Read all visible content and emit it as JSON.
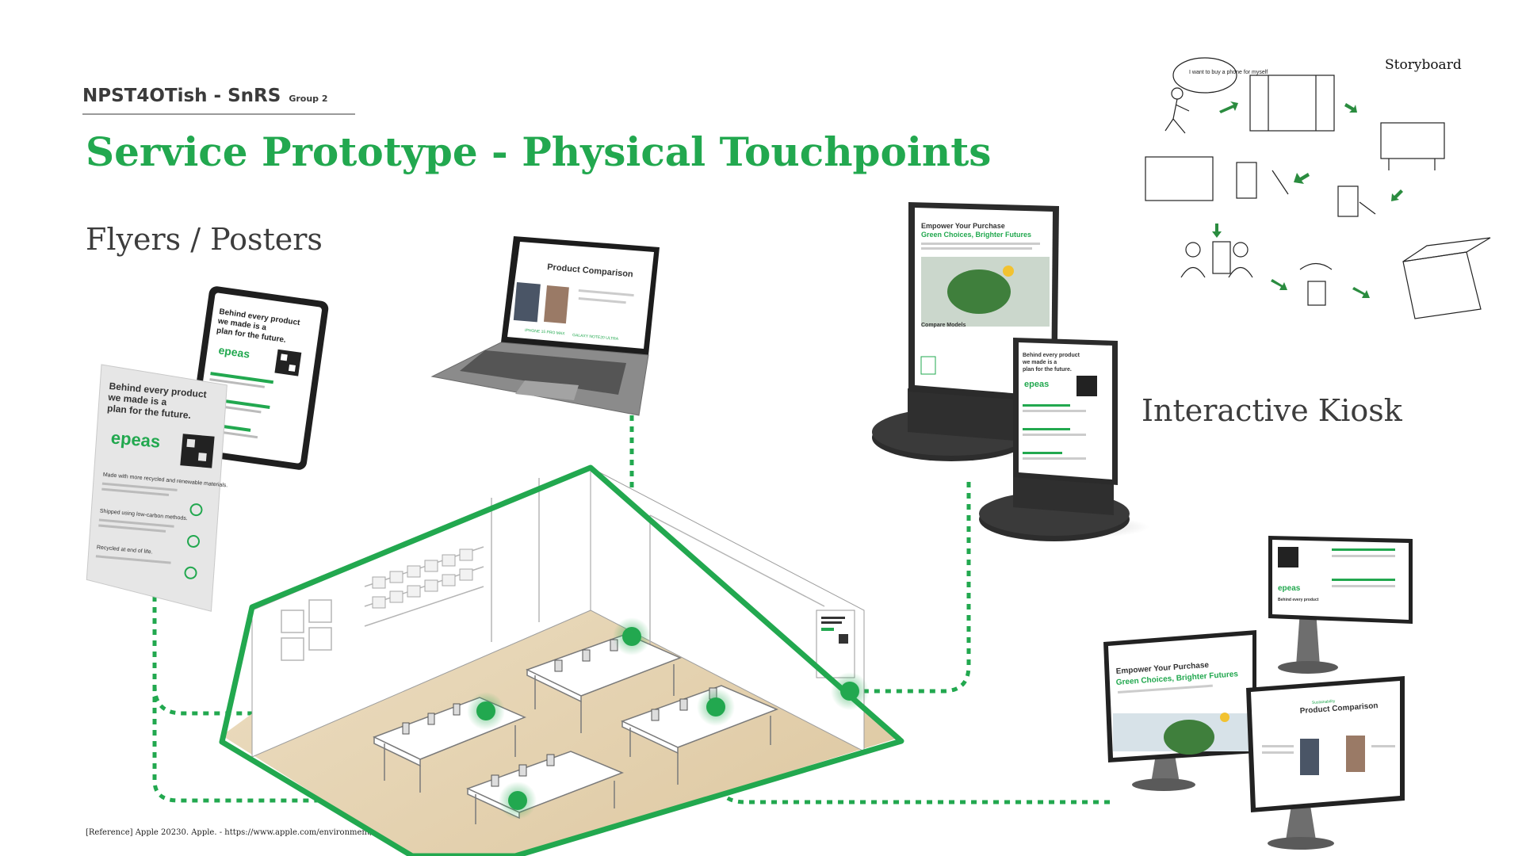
{
  "header": {
    "team": "NPST4OTish - SnRS",
    "group": "Group 2",
    "title": "Service Prototype - Physical Touchpoints"
  },
  "sections": {
    "flyers": "Flyers / Posters",
    "kiosk": "Interactive Kiosk",
    "storyboard": "Storyboard"
  },
  "flyer": {
    "headline_1": "Behind every product",
    "headline_2": "we made is a",
    "headline_3": "plan for the future.",
    "brand": "epeas",
    "item_1": "Made with more recycled and renewable materials.",
    "item_2": "Shipped using low-carbon methods.",
    "item_3": "Recycled at end of life."
  },
  "laptop": {
    "title": "Product Comparison",
    "product_a": "IPHONE 15 PRO MAX",
    "product_b": "GALAXY NOTE20 ULTRA"
  },
  "kiosk": {
    "headline_1": "Empower Your Purchase",
    "headline_2": "Green Choices, Brighter Futures",
    "section": "Compare Models"
  },
  "monitor": {
    "headline_1": "Empower Your Purchase",
    "headline_2": "Green Choices, Brighter Futures",
    "comparison_title": "Product Comparison",
    "comparison_kicker": "Sustainability"
  },
  "storyboard": {
    "speech": "I want to buy a phone for myself"
  },
  "reference": "[Reference] Apple 20230. Apple. - https://www.apple.com/environment/",
  "colors": {
    "accent": "#22a84f",
    "text_dark": "#3d3d3d",
    "floor": "#e8d7b8"
  }
}
